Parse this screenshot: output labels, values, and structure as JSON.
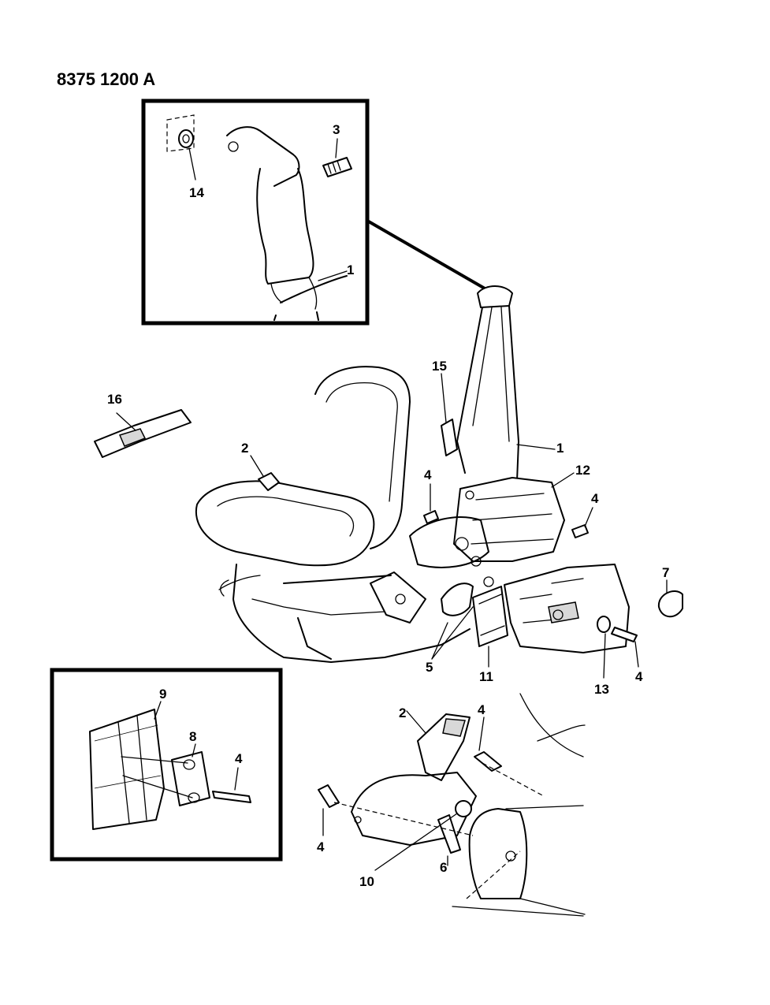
{
  "drawing_code": "8375 1200 A",
  "part_refs": {
    "belt": "1",
    "buckle": "2",
    "bolt_3": "3",
    "bolt_4": "4",
    "bracket_5": "5",
    "bolt_6": "6",
    "cap_7": "7",
    "spacer_8": "8",
    "panel_9": "9",
    "washer_10": "10",
    "plate_11": "11",
    "retractor_cover_12": "12",
    "washer_13": "13",
    "washer_14": "14",
    "guide_15": "15",
    "extension_16": "16"
  }
}
